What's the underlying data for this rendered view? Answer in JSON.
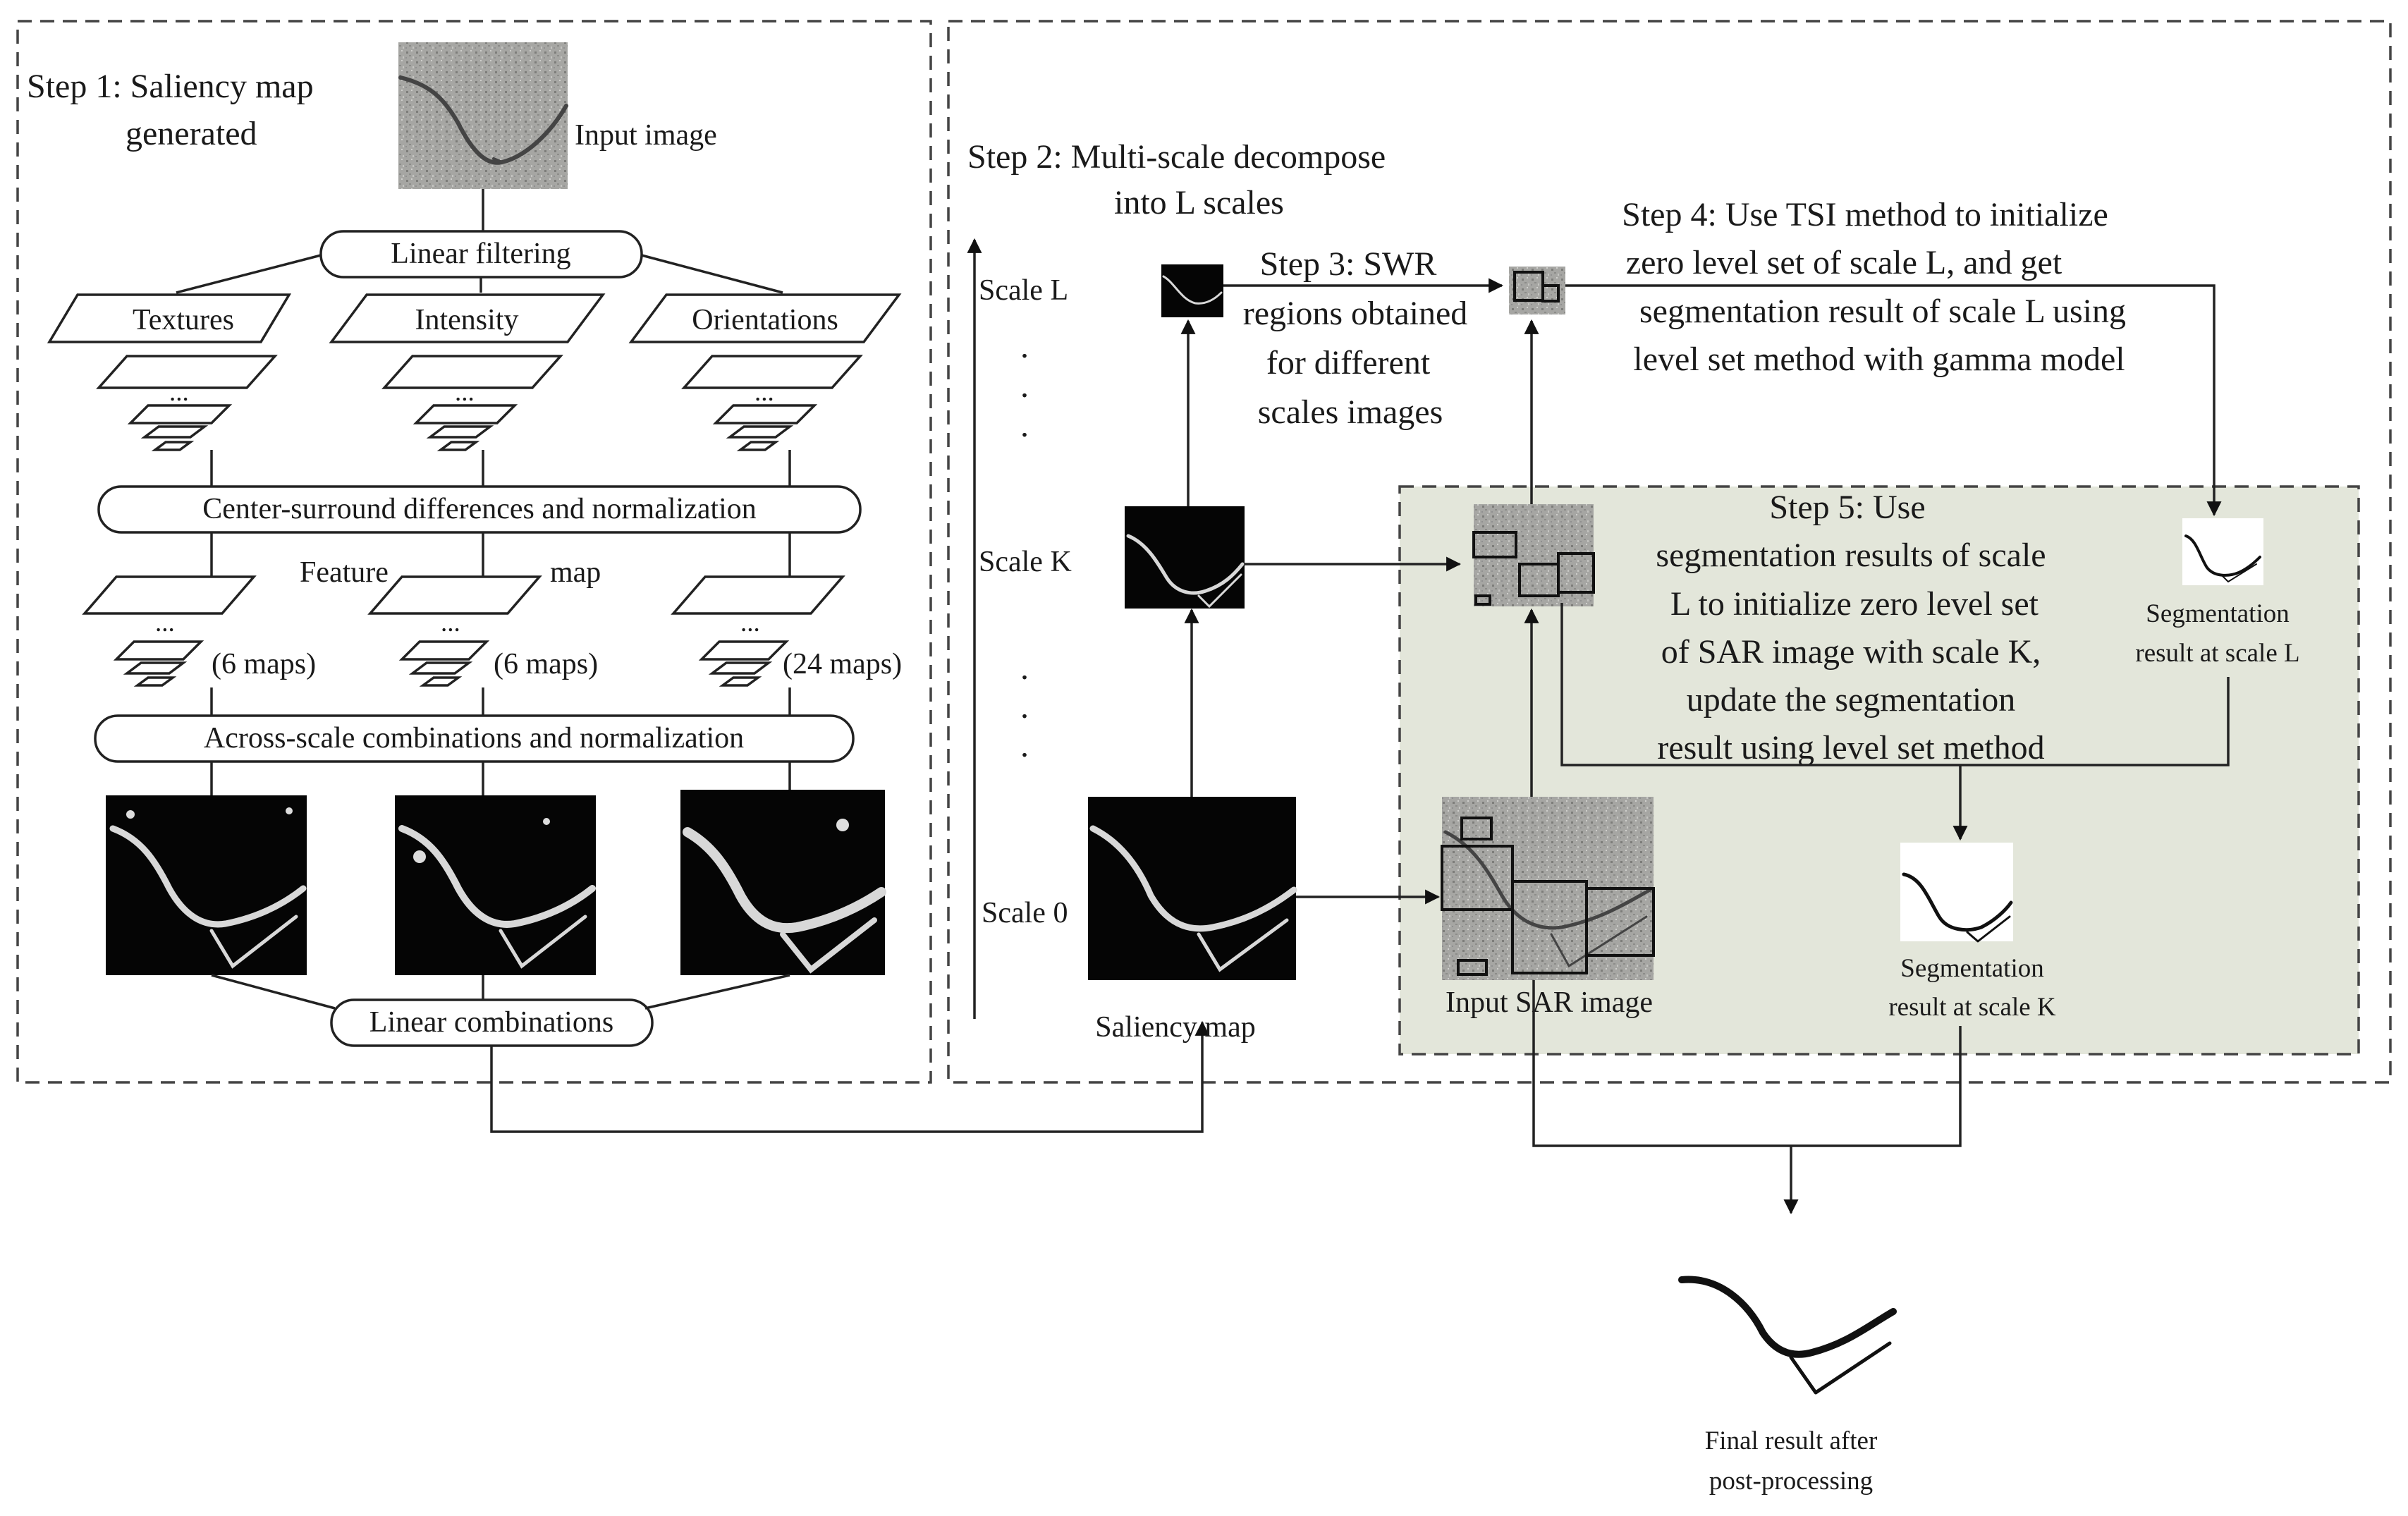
{
  "step1": {
    "title_line1": "Step 1: Saliency map",
    "title_line2": "generated",
    "input_image_label": "Input image"
  },
  "linear_filtering": "Linear filtering",
  "channels": [
    "Textures",
    "Intensity",
    "Orientations"
  ],
  "dots": "...",
  "center_surround": "Center-surround differences and normalization",
  "feature_label": "Feature",
  "map_label": "map",
  "maps_counts": [
    "(6 maps)",
    "(6 maps)",
    "(24 maps)"
  ],
  "across_scale": "Across-scale combinations and normalization",
  "linear_combinations": "Linear combinations",
  "step2": {
    "line1": "Step 2: Multi-scale decompose",
    "line2": "into L scales"
  },
  "scales": {
    "l": "Scale L",
    "k": "Scale K",
    "zero": "Scale 0"
  },
  "vertical_dots": ".",
  "step3": {
    "line1": "Step 3: SWR",
    "line2": "regions obtained",
    "line3": "for different",
    "line4": "scales images"
  },
  "step4": {
    "line1": "Step 4: Use TSI method to initialize",
    "line2": "zero level set of  scale L, and get",
    "line3": "segmentation result of scale L using",
    "line4": "level set method with gamma model"
  },
  "step5": {
    "line1": "Step 5: Use",
    "line2": "segmentation results of scale",
    "line3": "L to initialize zero level set",
    "line4": "of SAR image with scale K,",
    "line5": "update the segmentation",
    "line6": "result using level set method"
  },
  "saliency_map_label": "Saliency map",
  "input_sar_label": "Input SAR image",
  "seg_l": {
    "line1": "Segmentation",
    "line2": "result at scale L"
  },
  "seg_k": {
    "line1": "Segmentation",
    "line2": "result at scale K"
  },
  "final": {
    "line1": "Final result after",
    "line2": "post-processing"
  },
  "colors": {
    "step5_panel": "#e3e6da",
    "line": "#222222",
    "sar_gray": "#a9a9a6"
  }
}
